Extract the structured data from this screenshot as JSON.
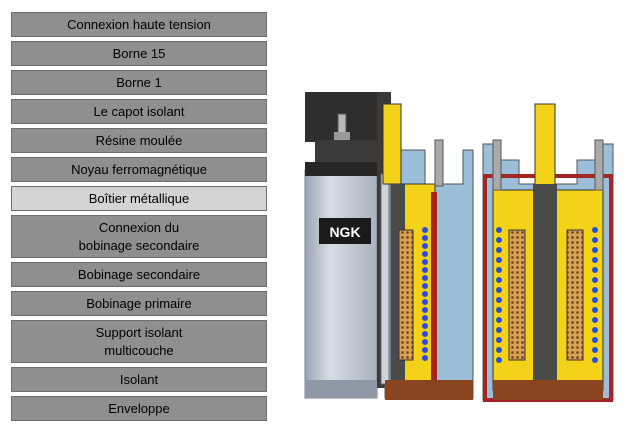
{
  "buttons": [
    {
      "label": "Connexion haute tension",
      "active": false,
      "height": 25
    },
    {
      "label": "Borne 15",
      "active": false,
      "height": 25
    },
    {
      "label": "Borne 1",
      "active": false,
      "height": 25
    },
    {
      "label": "Le capot isolant",
      "active": false,
      "height": 25
    },
    {
      "label": "Résine moulée",
      "active": false,
      "height": 25
    },
    {
      "label": "Noyau ferromagnétique",
      "active": false,
      "height": 25
    },
    {
      "label": "Boîtier métallique",
      "active": true,
      "height": 25
    },
    {
      "label": "Connexion du\nbobinage secondaire",
      "active": false,
      "height": 43
    },
    {
      "label": "Bobinage secondaire",
      "active": false,
      "height": 25
    },
    {
      "label": "Bobinage primaire",
      "active": false,
      "height": 25
    },
    {
      "label": "Support isolant\nmulticouche",
      "active": false,
      "height": 43
    },
    {
      "label": "Isolant",
      "active": false,
      "height": 25
    },
    {
      "label": "Enveloppe",
      "active": false,
      "height": 25
    }
  ],
  "diagram": {
    "brand_label": "NGK",
    "colors": {
      "casing": "#c8ced6",
      "cap": "#2e2e2e",
      "resin": "#9bbfd9",
      "yellow": "#f4d21a",
      "core": "#4a4a4a",
      "winding": "#d9a256",
      "primary": "#2a4fd6",
      "envelope": "#a52525",
      "support": "#8a4420"
    }
  }
}
